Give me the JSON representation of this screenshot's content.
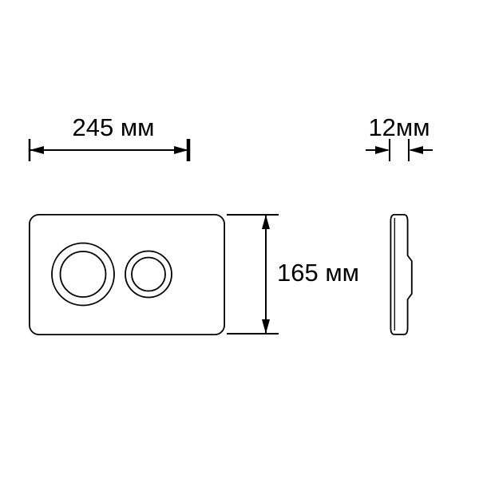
{
  "colors": {
    "background": "#ffffff",
    "line": "#000000",
    "text": "#000000"
  },
  "diagram": {
    "type": "technical-drawing",
    "units": "мм",
    "dimensions": {
      "width": {
        "label": "245 мм",
        "value": 245
      },
      "height": {
        "label": "165 мм",
        "value": 165
      },
      "depth": {
        "label": "12мм",
        "value": 12
      }
    }
  }
}
